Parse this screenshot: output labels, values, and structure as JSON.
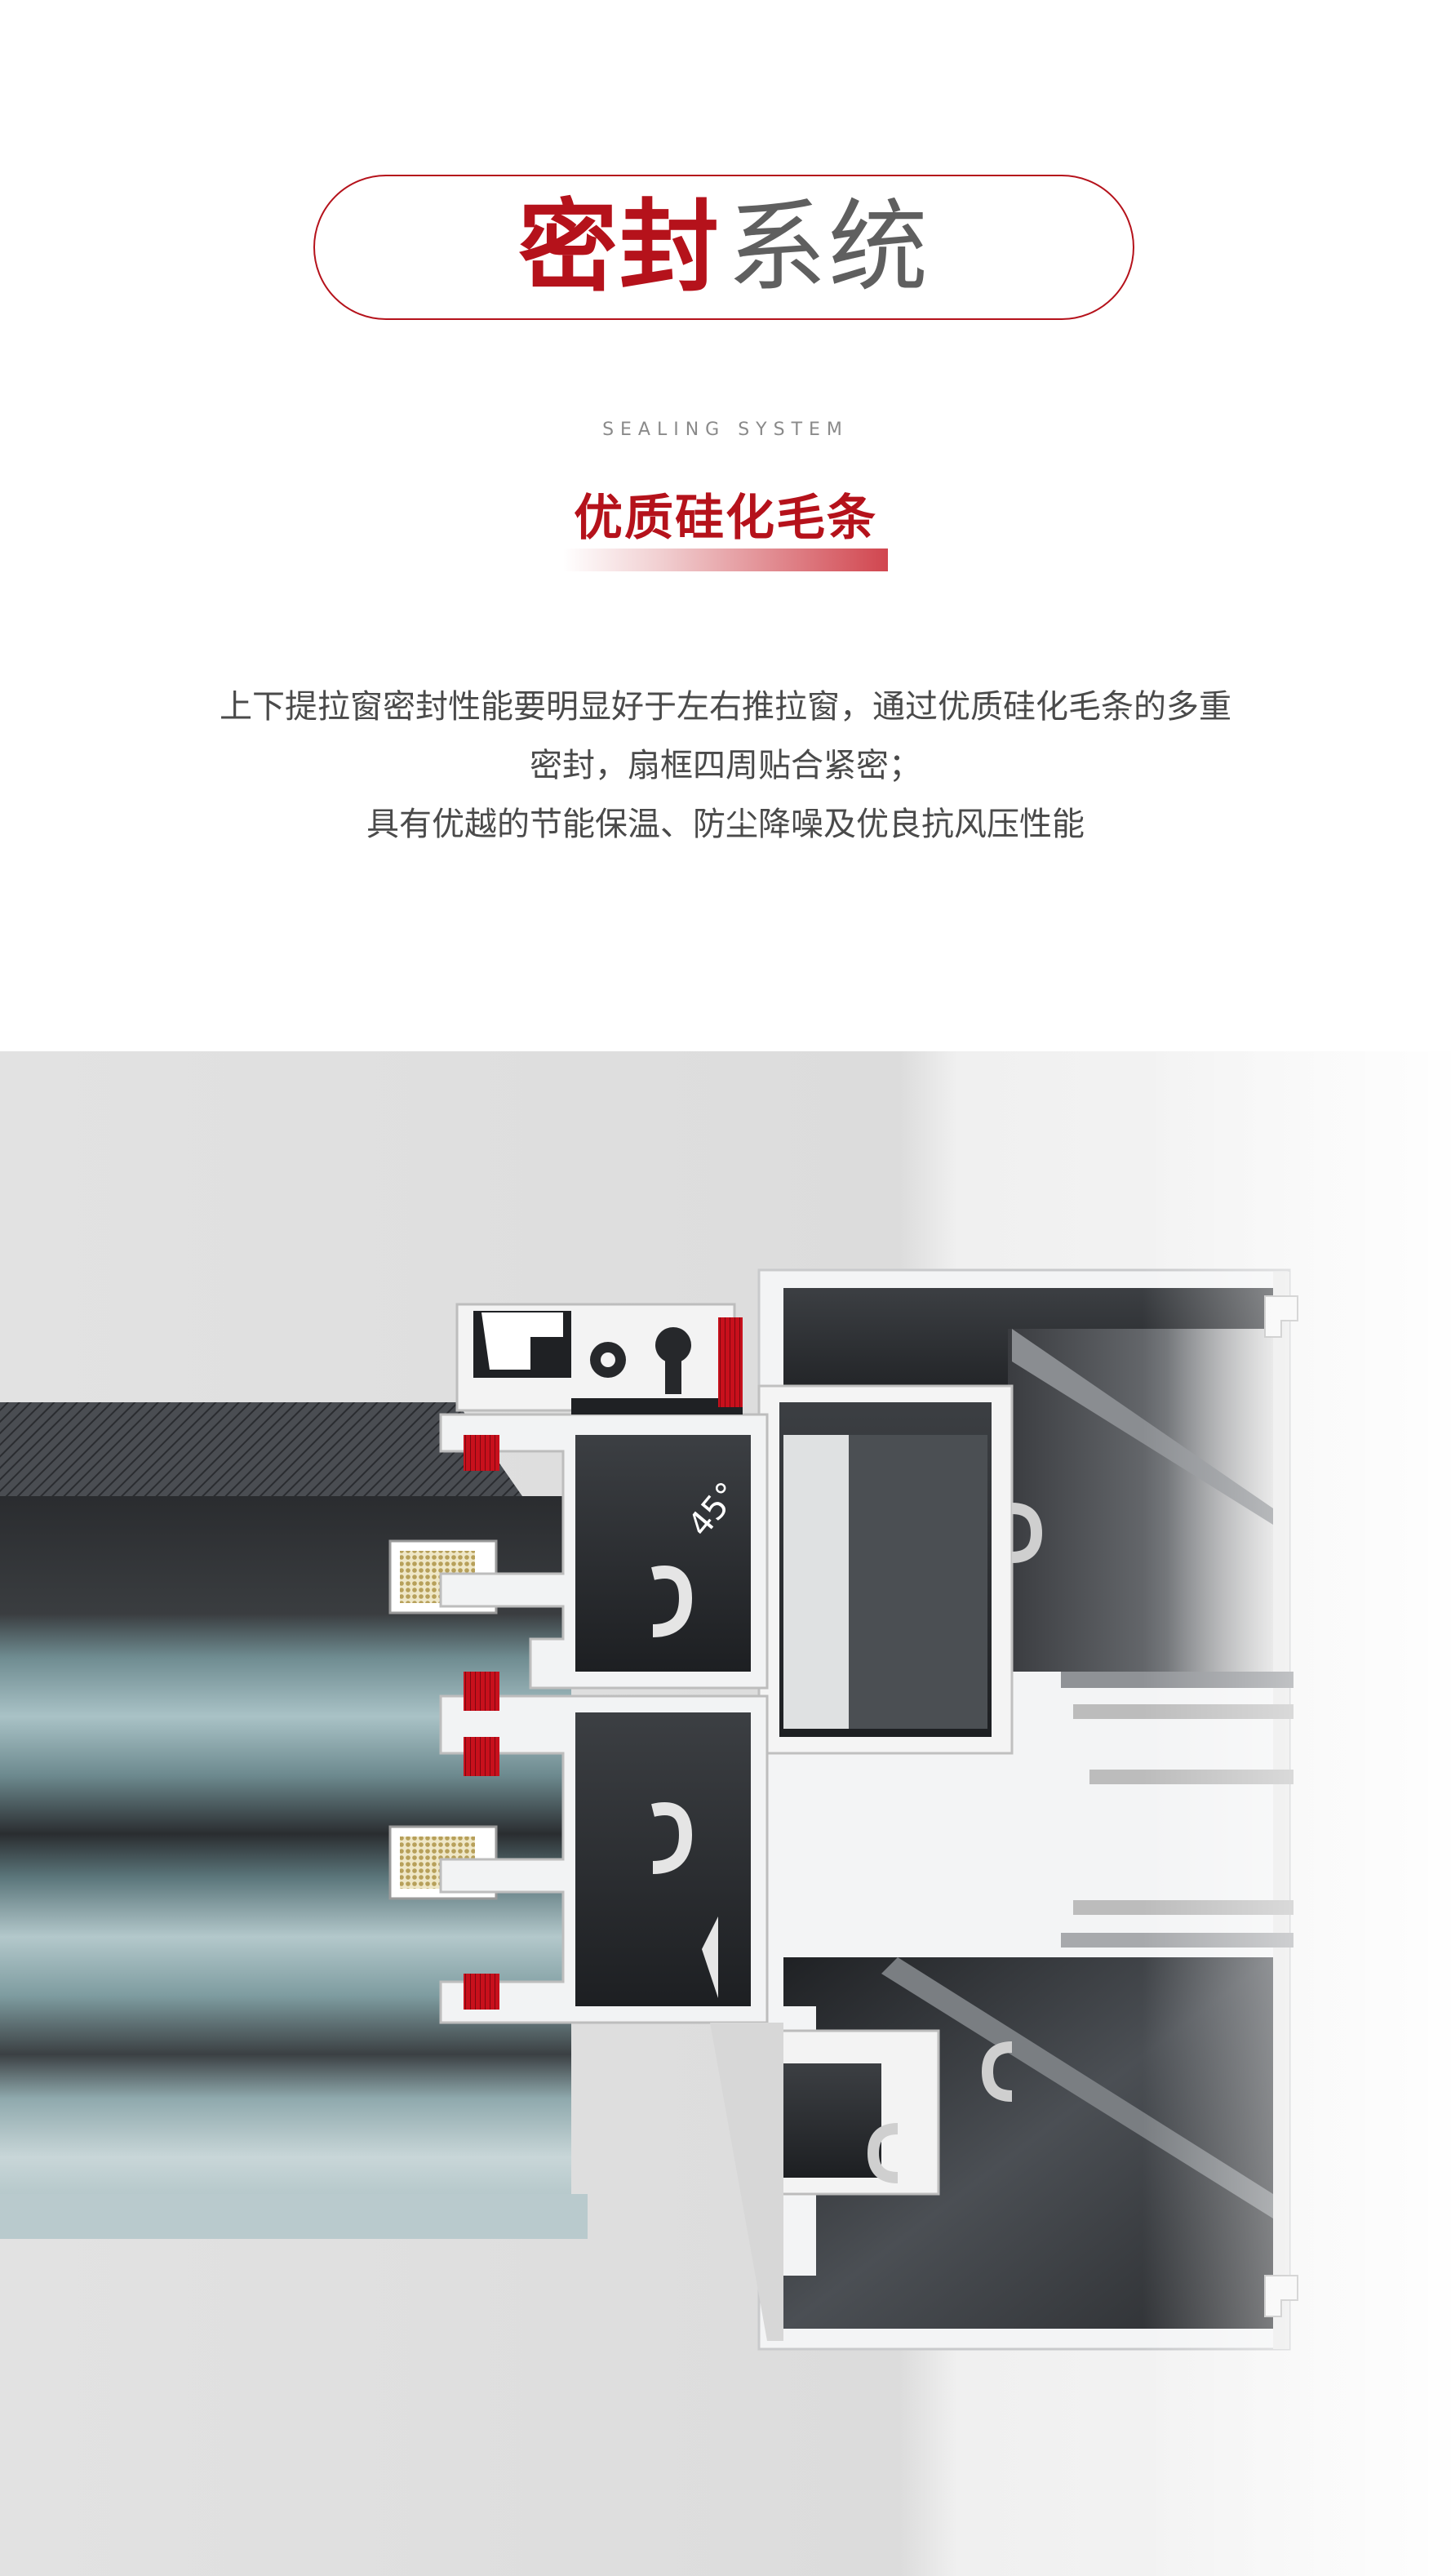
{
  "header": {
    "title_bold": "密封",
    "title_light": "系统",
    "subtitle_en": "SEALING SYSTEM"
  },
  "feature": {
    "title": "优质硅化毛条"
  },
  "description": {
    "lines": [
      "上下提拉窗密封性能要明显好于左右推拉窗，通过优质硅化毛条的多重",
      "密封，扇框四周贴合紧密；",
      "具有优越的节能保温、防尘降噪及优良抗风压性能"
    ]
  },
  "illustration": {
    "angle_label": "45°",
    "colors": {
      "accent": "#b5121b",
      "seal": "#c8101c",
      "aluminum_light": "#f2f3f4",
      "aluminum_dark": "#2b2d30",
      "glass": "#7d9ea3",
      "background": "#e4e4e4"
    }
  }
}
